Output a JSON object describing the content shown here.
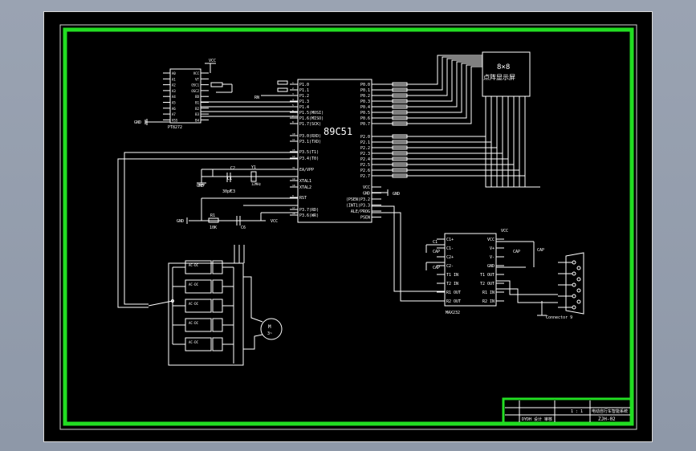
{
  "mcu": {
    "title": "89C51",
    "left_pins": [
      "P1.0",
      "P1.1",
      "P1.2",
      "P1.3",
      "P1.4",
      "P1.5(MOSI)",
      "P1.6(MISO)",
      "P1.7(SCK)",
      "P3.0(RXD)",
      "P3.1(TXD)",
      "P3.5(T1)",
      "P3.4(T0)",
      "EA/VPP",
      "XTAL1",
      "XTAL2",
      "RST",
      "P3.7(RD)",
      "P3.6(WR)"
    ],
    "right_pins": [
      "P0.0",
      "P0.1",
      "P0.2",
      "P0.3",
      "P0.4",
      "P0.5",
      "P0.6",
      "P0.7",
      "P2.0",
      "P2.1",
      "P2.2",
      "P2.3",
      "P2.4",
      "P2.5",
      "P2.6",
      "P2.7",
      "VCC",
      "GND",
      "(PSEN)P3.2",
      "(INT1)P3.3",
      "ALE/PROG",
      "PSEN"
    ],
    "left_pin_numbers": [
      "1",
      "2",
      "3",
      "4",
      "5",
      "6",
      "7",
      "8",
      "10",
      "11",
      "15",
      "14",
      "31",
      "19",
      "18",
      "9",
      "17",
      "16"
    ]
  },
  "eeprom": {
    "name": "PT8272",
    "left_pins": [
      "A0",
      "A1",
      "A2",
      "A3",
      "A4",
      "A5",
      "A6",
      "A7",
      "VSS"
    ],
    "right_pins": [
      "VCC",
      "VT",
      "OSC1",
      "OSC2",
      "BD",
      "B1",
      "B2",
      "B3",
      "B4"
    ]
  },
  "display": {
    "line1": "8×8",
    "line2": "点阵显示屏"
  },
  "max232": {
    "name": "MAX232",
    "left_pins": [
      "C1+",
      "C1-",
      "C2+",
      "C2-",
      "T1 IN",
      "T2 IN",
      "R1 OUT",
      "R2 OUT"
    ],
    "right_pins": [
      "VCC",
      "V+",
      "V-",
      "GND",
      "T1 OUT",
      "T2 OUT",
      "R1 IN",
      "R2 IN"
    ]
  },
  "connector": {
    "name": "Connector 9"
  },
  "labels": {
    "vcc": "VCC",
    "gnd": "GND",
    "cap": "CAP",
    "c2": "C2",
    "c3": "C3",
    "c1": "C1",
    "y1": "Y1",
    "freq": "12MHz",
    "r1": "R1",
    "c6": "C6",
    "xtal_cap": "30pF",
    "r_val": "10K",
    "motor": "M",
    "motor2": "3~",
    "res": "RES"
  },
  "relays": [
    "AC-DC",
    "AC-DC",
    "AC-DC",
    "AC-DC",
    "AC-DC"
  ],
  "titleblock": {
    "scale": "1 : 1",
    "title": "电动自行车智能系统",
    "code": "ZJH-02",
    "row2": "DYDH  设计  审核"
  }
}
